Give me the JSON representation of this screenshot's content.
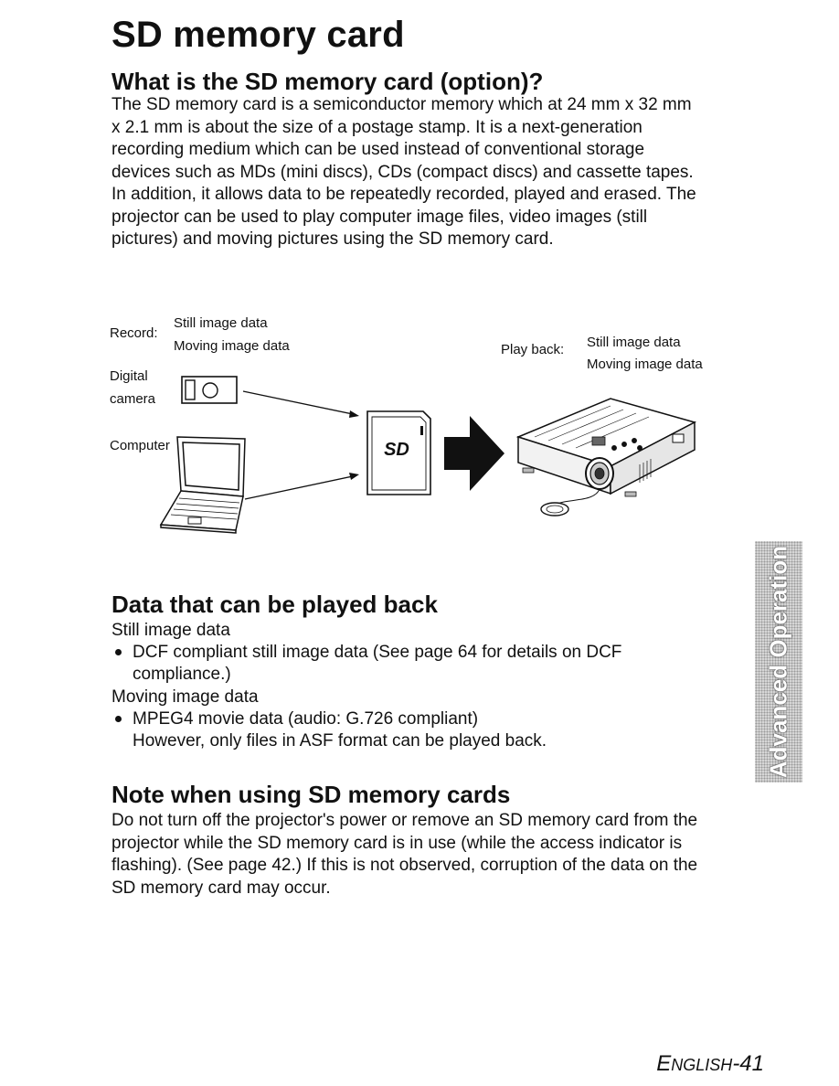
{
  "title": "SD memory card",
  "section1": {
    "heading": "What is the SD memory card (option)?",
    "lines": [
      "The SD memory card is a semiconductor memory which at 24 mm x 32 mm",
      "x 2.1 mm is about the size of a postage stamp. It is a next-generation",
      "recording medium which can be used instead of conventional storage",
      "devices such as MDs (mini discs), CDs (compact discs) and cassette tapes.",
      "In addition, it allows data to be repeatedly recorded, played and erased. The",
      "projector can be used to play computer image files, video images (still",
      "pictures) and moving pictures using the SD memory card."
    ]
  },
  "diagram": {
    "record_label": "Record:",
    "record_items": [
      "Still image data",
      "Moving image data"
    ],
    "playback_label": "Play back:",
    "playback_items": [
      "Still image data",
      "Moving image data"
    ],
    "digital_camera_label": [
      "Digital",
      "camera"
    ],
    "computer_label": "Computer"
  },
  "section2": {
    "heading": "Data that can be played back",
    "sub1": "Still image data",
    "bullet1": [
      "DCF compliant still image data (See page 64 for details on DCF",
      "compliance.)"
    ],
    "sub2": "Moving image data",
    "bullet2": [
      "MPEG4 movie data (audio: G.726 compliant)",
      "However, only files in ASF format can be played back."
    ]
  },
  "section3": {
    "heading": "Note when using SD memory cards",
    "lines": [
      "Do not turn off the projector's power or remove an SD memory card from the",
      "projector while the SD memory card is in use (while the access indicator is",
      "flashing). (See page 42.) If this is not observed, corruption of the data on the",
      "SD memory card may occur."
    ]
  },
  "side_tab": "Advanced Operation",
  "footer": {
    "prefix_cap": "E",
    "prefix_rest": "NGLISH",
    "page": "-41"
  }
}
